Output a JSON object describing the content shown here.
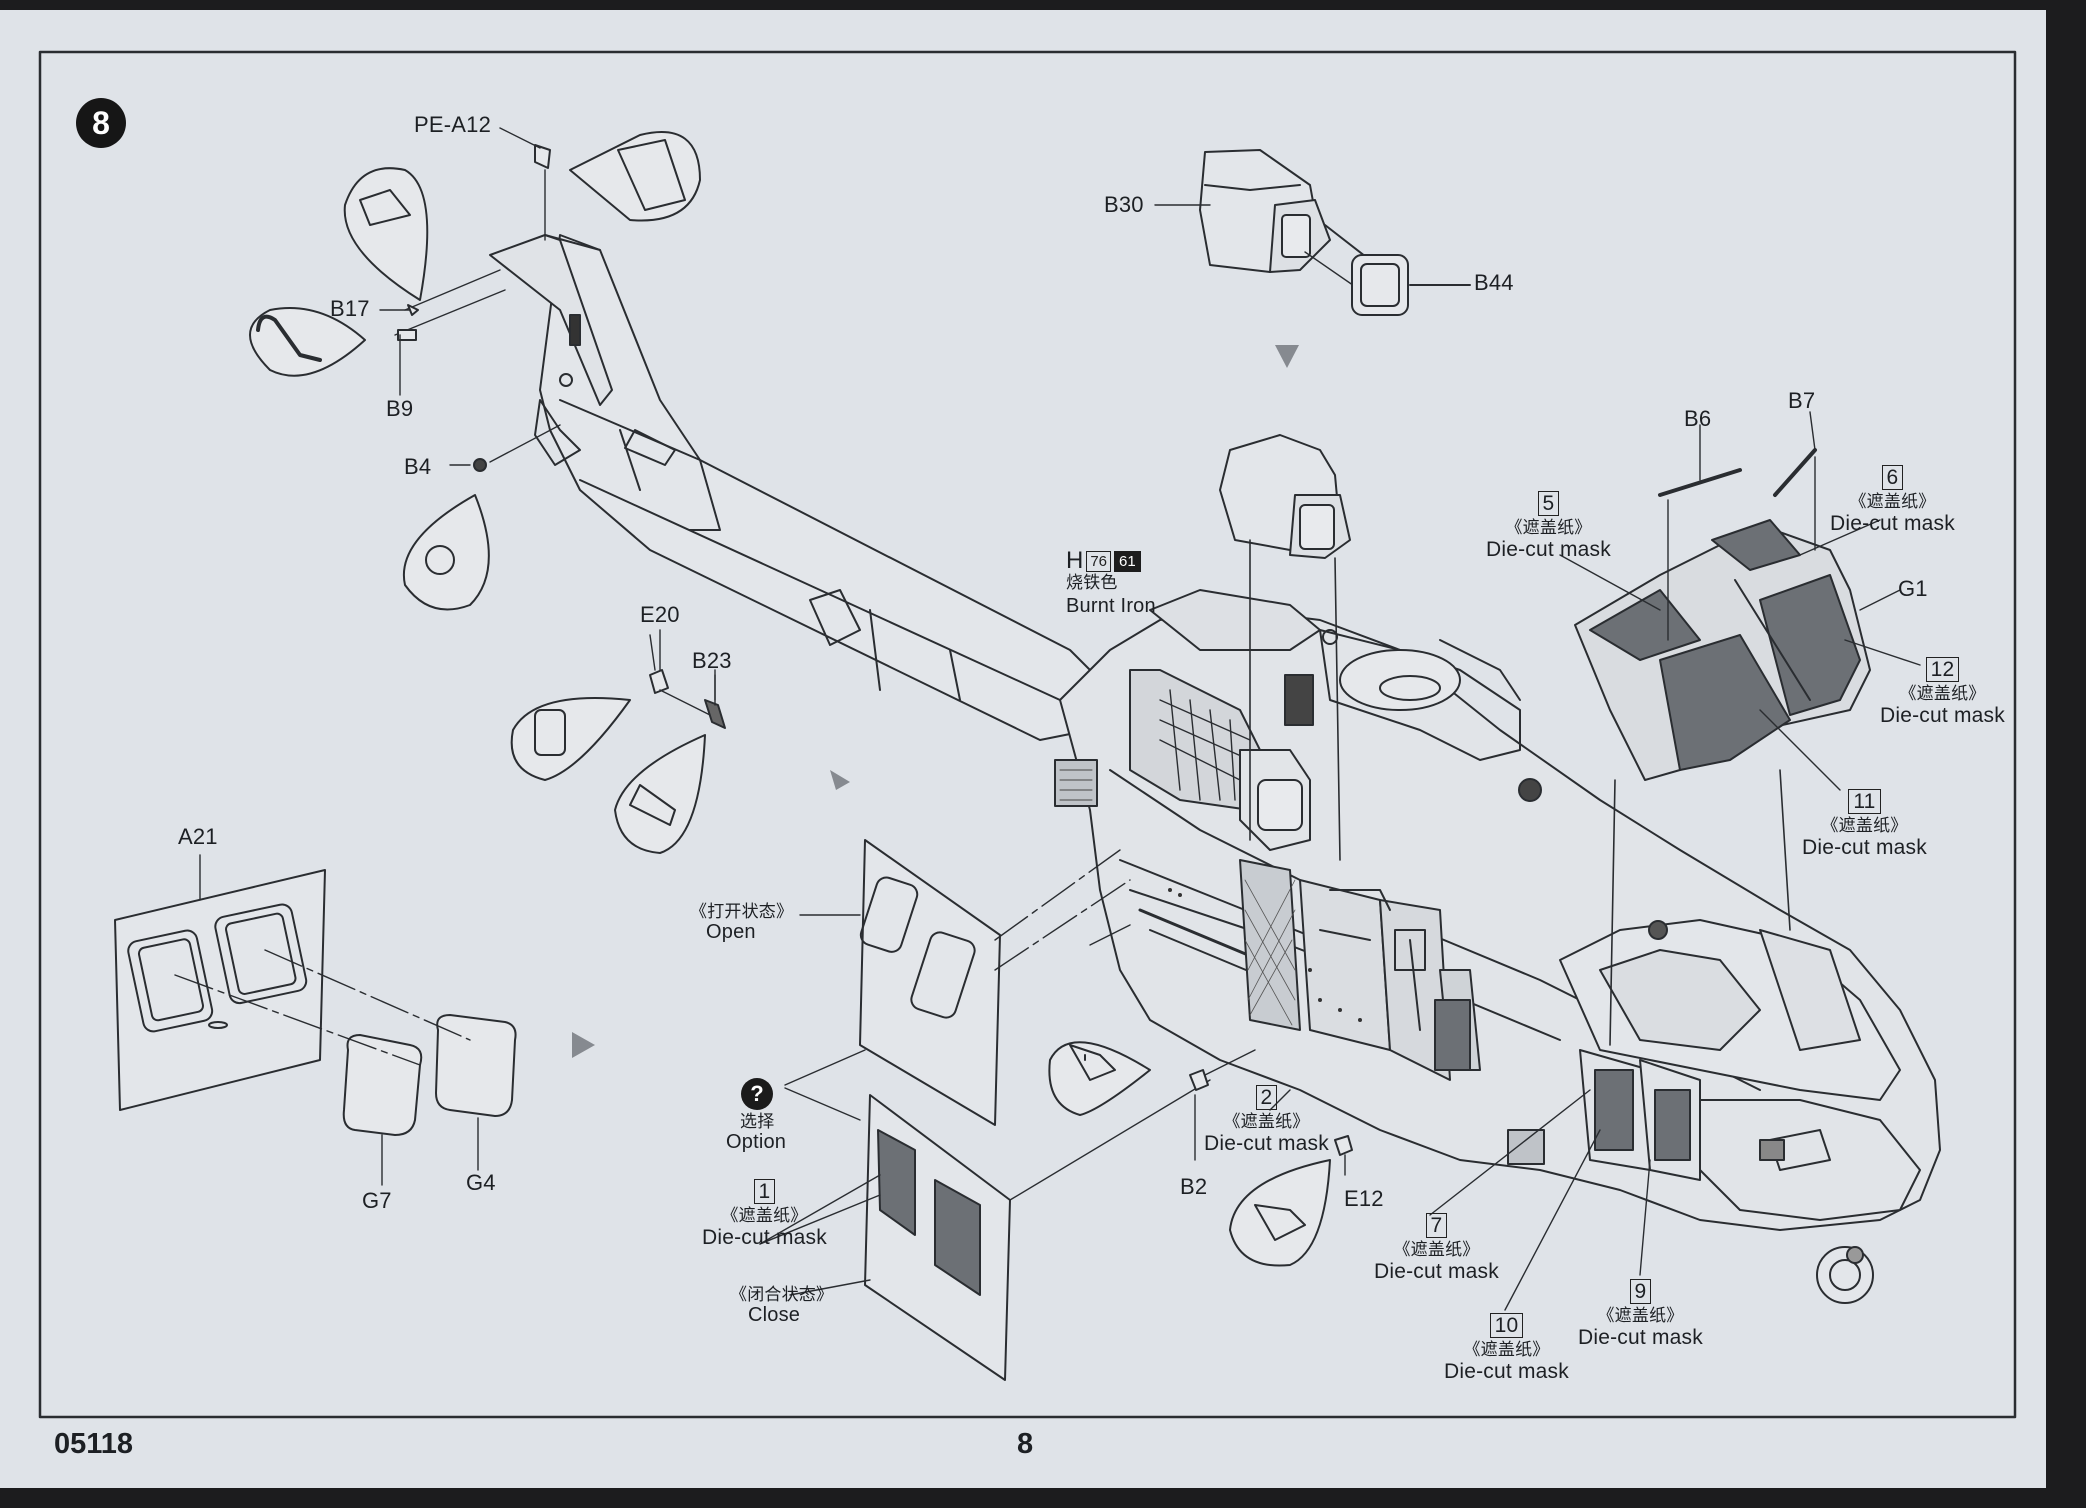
{
  "step_number": "8",
  "footer": {
    "kit_number": "05118",
    "page_number": "8"
  },
  "parts": {
    "pe_a12": "PE-A12",
    "b17": "B17",
    "b9": "B9",
    "b4": "B4",
    "e20": "E20",
    "b23": "B23",
    "a21": "A21",
    "g7": "G7",
    "g4": "G4",
    "b30": "B30",
    "b44": "B44",
    "b6": "B6",
    "b7": "B7",
    "g1": "G1",
    "b2": "B2",
    "e12": "E12"
  },
  "paint": {
    "prefix": "H",
    "code_a": "76",
    "code_b": "61",
    "name_cn": "烧铁色",
    "name_en": "Burnt Iron"
  },
  "door_states": {
    "open_cn": "《打开状态》",
    "open_en": "Open",
    "option_symbol": "?",
    "option_cn": "选择",
    "option_en": "Option",
    "close_cn": "《闭合状态》",
    "close_en": "Close"
  },
  "masks": [
    {
      "num": "1",
      "cn": "《遮盖纸》",
      "en": "Die-cut mask"
    },
    {
      "num": "2",
      "cn": "《遮盖纸》",
      "en": "Die-cut mask"
    },
    {
      "num": "5",
      "cn": "《遮盖纸》",
      "en": "Die-cut mask"
    },
    {
      "num": "6",
      "cn": "《遮盖纸》",
      "en": "Die-cut mask"
    },
    {
      "num": "7",
      "cn": "《遮盖纸》",
      "en": "Die-cut mask"
    },
    {
      "num": "9",
      "cn": "《遮盖纸》",
      "en": "Die-cut mask"
    },
    {
      "num": "10",
      "cn": "《遮盖纸》",
      "en": "Die-cut mask"
    },
    {
      "num": "11",
      "cn": "《遮盖纸》",
      "en": "Die-cut mask"
    },
    {
      "num": "12",
      "cn": "《遮盖纸》",
      "en": "Die-cut mask"
    }
  ],
  "colors": {
    "page": "#dfe3e8",
    "ink": "#1d2024",
    "mask_fill": "#6c7075",
    "background": "#1c1c1e"
  }
}
